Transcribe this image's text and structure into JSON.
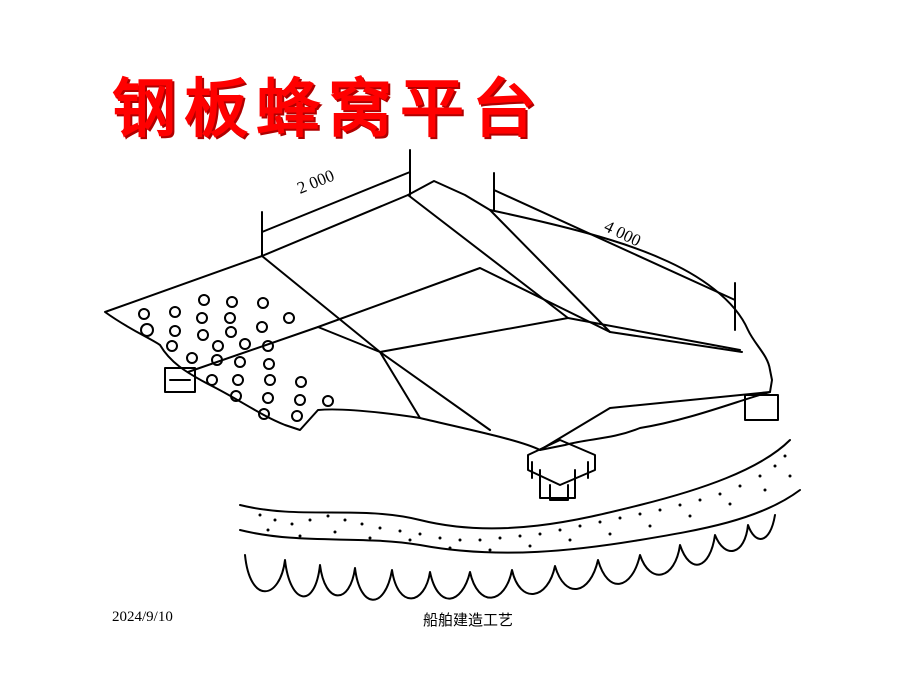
{
  "slide": {
    "title": "钢板蜂窝平台",
    "title_color": "#ff0000",
    "footer": {
      "date": "2024/9/10",
      "center": "船舶建造工艺"
    }
  },
  "diagram": {
    "dimension_labels": {
      "left": "2 000",
      "right": "4 000"
    }
  }
}
